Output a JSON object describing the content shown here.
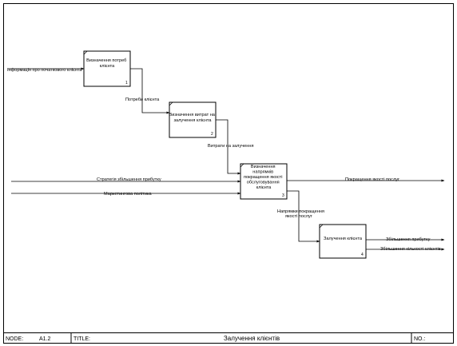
{
  "boxes": [
    {
      "lines": [
        "Визначення потреб",
        "клієнта"
      ],
      "number": "1"
    },
    {
      "lines": [
        "Визначення витрат на",
        "залучення клієнта"
      ],
      "number": "2"
    },
    {
      "lines": [
        "Визначення",
        "напрямків",
        "покращення якості",
        "обслуговування",
        "клієнта"
      ],
      "number": "3"
    },
    {
      "lines": [
        "Залучення клієнта"
      ],
      "number": "4"
    }
  ],
  "arrows": {
    "input_info": "Інформація про початкового клієнта",
    "client_needs": "Потреби клієнта",
    "costs": "Витрати на залучення",
    "strategy": "Стратегія збільшення прибутку",
    "marketing": "Маркетингова політика",
    "quality_output": "Покращення якості послуг",
    "improvement_dirs_1": "Напрямки покращення",
    "improvement_dirs_2": "якості послуг",
    "profit_growth": "Збільшення прибутку",
    "clients_growth": "Збільшення кількості клієнтів"
  },
  "footer": {
    "node_label": "NODE:",
    "node_value": "A1.2",
    "title_label": "TITLE:",
    "title_value": "Залучення клієнтів",
    "no_label": "NO.:"
  }
}
